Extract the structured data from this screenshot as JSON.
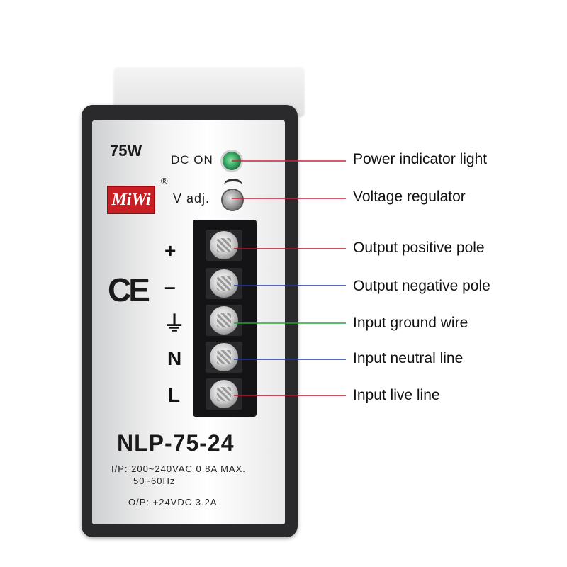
{
  "device": {
    "wattage": "75W",
    "brand": "MiWi",
    "registered": "®",
    "dc_on": "DC ON",
    "v_adj": "V adj.",
    "ce_mark": "CE",
    "model": "NLP-75-24",
    "input_spec": "I/P: 200~240VAC  0.8A  MAX.",
    "frequency": "50~60Hz",
    "output_spec": "O/P: +24VDC   3.2A",
    "terminals": [
      {
        "symbol": "+"
      },
      {
        "symbol": "–"
      },
      {
        "symbol": "⏚"
      },
      {
        "symbol": "N"
      },
      {
        "symbol": "L"
      }
    ]
  },
  "callouts": [
    {
      "label": "Power indicator light",
      "color": "#c0283a"
    },
    {
      "label": "Voltage regulator",
      "color": "#c0283a"
    },
    {
      "label": "Output positive pole",
      "color": "#b0182e"
    },
    {
      "label": "Output negative pole",
      "color": "#1f3aa8"
    },
    {
      "label": "Input ground wire",
      "color": "#22a83a"
    },
    {
      "label": "Input neutral line",
      "color": "#1f3aa8"
    },
    {
      "label": "Input live line",
      "color": "#b0182e"
    }
  ]
}
